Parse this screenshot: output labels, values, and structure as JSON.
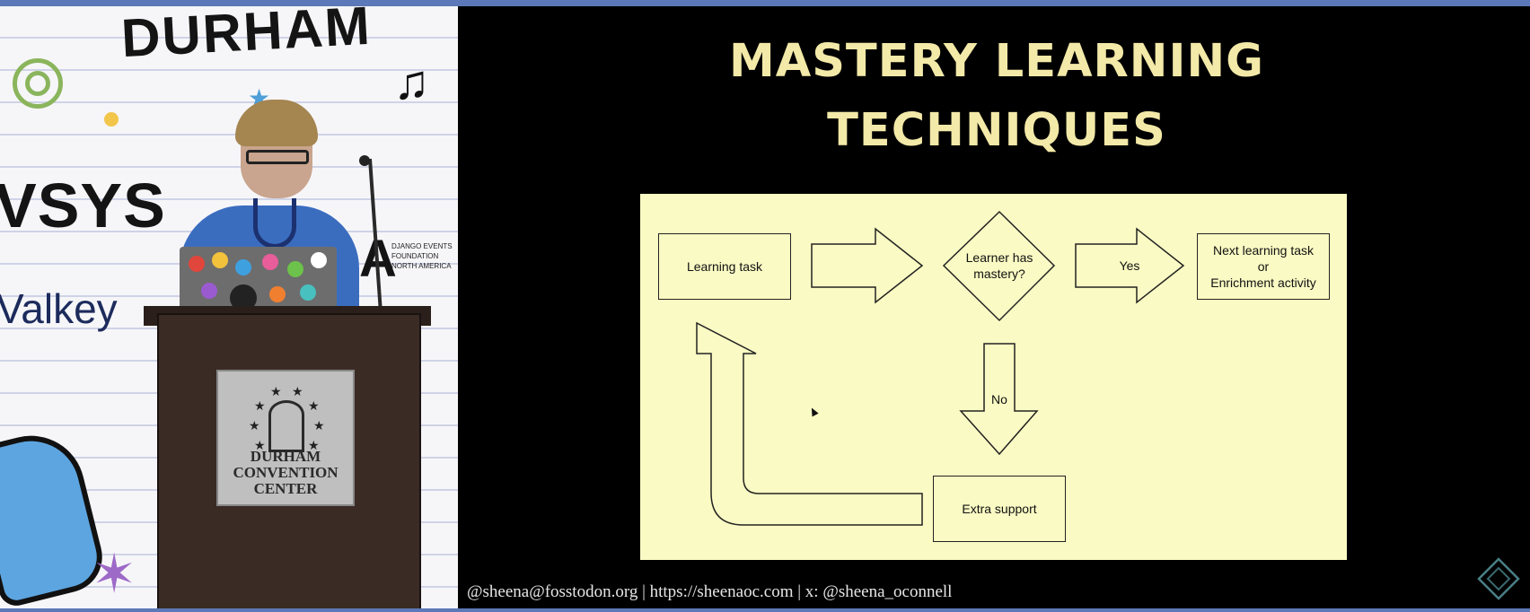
{
  "slide": {
    "title_line1": "MASTERY LEARNING",
    "title_line2": "TECHNIQUES",
    "diagram": {
      "learning_task": "Learning task",
      "learner_has": "Learner has",
      "mastery": "mastery?",
      "yes": "Yes",
      "no": "No",
      "next_line1": "Next learning task",
      "next_line2": "or",
      "next_line3": "Enrichment activity",
      "extra_support": "Extra support"
    },
    "footer": "@sheena@fosstodon.org | https://sheenaoc.com | x: @sheena_oconnell"
  },
  "camera": {
    "banner_durham": "DURHAM",
    "banner_vsys": "VSYS",
    "banner_valkey": "Valkey",
    "banner_a": "A",
    "sponsor_line1": "DJANGO EVENTS",
    "sponsor_line2": "FOUNDATION",
    "sponsor_line3": "NORTH AMERICA",
    "podium_line1": "DURHAM",
    "podium_line2": "CONVENTION",
    "podium_line3": "CENTER"
  },
  "colors": {
    "slide_background": "#000000",
    "title": "#f3e9a8",
    "diagram_fill": "#fafac4",
    "frame_accent": "#5b79b8"
  }
}
